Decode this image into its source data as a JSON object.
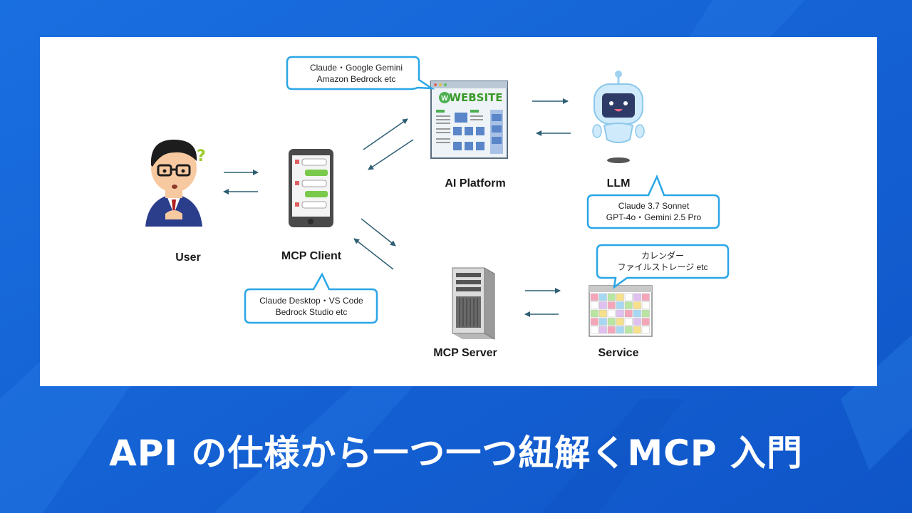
{
  "colors": {
    "background": "#1565d8",
    "panel": "#ffffff",
    "bubble_border": "#2aa6e6",
    "arrow": "#2e5e73",
    "headline": "#ffffff"
  },
  "nodes": {
    "user": "User",
    "mcp_client": "MCP Client",
    "ai_platform": "AI Platform",
    "llm": "LLM",
    "mcp_server": "MCP Server",
    "service": "Service"
  },
  "website_logo": "WEBSITE",
  "bubbles": {
    "ai_platform": [
      "Claude・Google Gemini",
      "Amazon Bedrock etc"
    ],
    "llm": [
      "Claude 3.7 Sonnet",
      "GPT-4o・Gemini 2.5 Pro"
    ],
    "mcp_client": [
      "Claude Desktop・VS Code",
      "Bedrock Studio etc"
    ],
    "service": [
      "カレンダー",
      "ファイルストレージ etc"
    ]
  },
  "headline": "API の仕様から一つ一つ紐解くMCP 入門",
  "icons": [
    "user-confused-icon",
    "smartphone-chat-icon",
    "website-window-icon",
    "robot-icon",
    "server-rack-icon",
    "calendar-icon",
    "arrow-icon"
  ]
}
